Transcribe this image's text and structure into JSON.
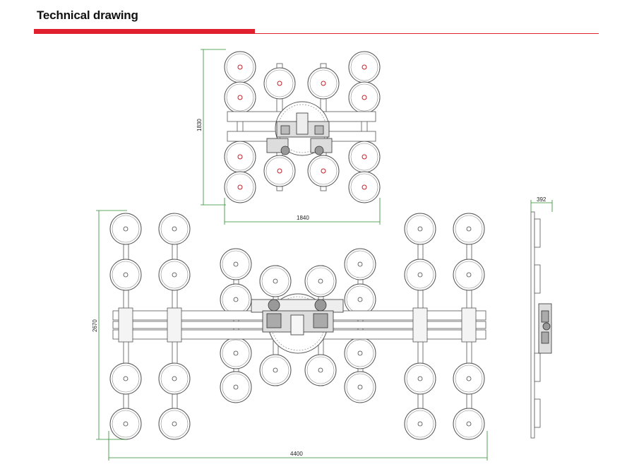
{
  "header": {
    "title": "Technical drawing"
  },
  "colors": {
    "accent": "#e0202e",
    "dimension": "#2e8b2e",
    "line": "#555555"
  },
  "top_view": {
    "height_label": "1830",
    "width_label": "1840"
  },
  "main_view": {
    "height_label": "2670",
    "width_label": "4400"
  },
  "side_view": {
    "depth_label": "392"
  }
}
